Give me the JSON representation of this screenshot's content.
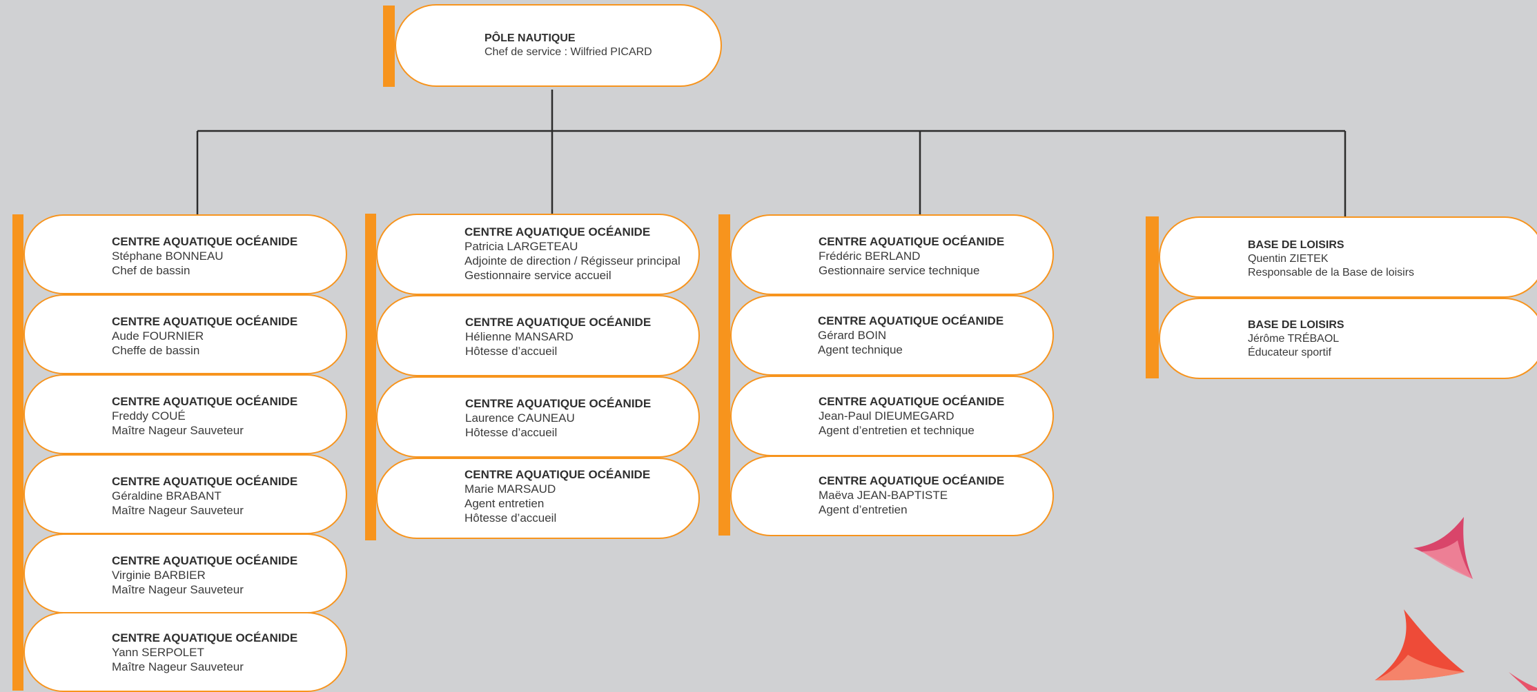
{
  "root": {
    "title": "PÔLE NAUTIQUE",
    "line": "Chef de service : Wilfried PICARD"
  },
  "columns": [
    {
      "cards": [
        {
          "title": "CENTRE AQUATIQUE OCÉANIDE",
          "name": "Stéphane BONNEAU",
          "roles": [
            "Chef de bassin"
          ]
        },
        {
          "title": "CENTRE AQUATIQUE OCÉANIDE",
          "name": "Aude FOURNIER",
          "roles": [
            "Cheffe de bassin"
          ]
        },
        {
          "title": "CENTRE AQUATIQUE OCÉANIDE",
          "name": "Freddy COUÉ",
          "roles": [
            "Maître Nageur Sauveteur"
          ]
        },
        {
          "title": "CENTRE AQUATIQUE OCÉANIDE",
          "name": "Géraldine BRABANT",
          "roles": [
            "Maître Nageur Sauveteur"
          ]
        },
        {
          "title": "CENTRE AQUATIQUE OCÉANIDE",
          "name": "Virginie BARBIER",
          "roles": [
            "Maître Nageur Sauveteur"
          ]
        },
        {
          "title": "CENTRE AQUATIQUE OCÉANIDE",
          "name": "Yann SERPOLET",
          "roles": [
            "Maître Nageur Sauveteur"
          ]
        }
      ]
    },
    {
      "cards": [
        {
          "title": "CENTRE AQUATIQUE OCÉANIDE",
          "name": "Patricia LARGETEAU",
          "roles": [
            "Adjointe de direction / Régisseur principal",
            "Gestionnaire service accueil"
          ]
        },
        {
          "title": "CENTRE AQUATIQUE OCÉANIDE",
          "name": "Hélienne MANSARD",
          "roles": [
            "Hôtesse d’accueil"
          ]
        },
        {
          "title": "CENTRE AQUATIQUE OCÉANIDE",
          "name": "Laurence CAUNEAU",
          "roles": [
            "Hôtesse d’accueil"
          ]
        },
        {
          "title": "CENTRE AQUATIQUE OCÉANIDE",
          "name": "Marie MARSAUD",
          "roles": [
            "Agent entretien",
            "Hôtesse d’accueil"
          ]
        }
      ]
    },
    {
      "cards": [
        {
          "title": "CENTRE AQUATIQUE OCÉANIDE",
          "name": "Frédéric BERLAND",
          "roles": [
            "Gestionnaire service technique"
          ]
        },
        {
          "title": "CENTRE AQUATIQUE OCÉANIDE",
          "name": "Gérard BOIN",
          "roles": [
            "Agent technique"
          ]
        },
        {
          "title": "CENTRE AQUATIQUE OCÉANIDE",
          "name": "Jean-Paul DIEUMEGARD",
          "roles": [
            "Agent d’entretien et technique"
          ]
        },
        {
          "title": "CENTRE AQUATIQUE OCÉANIDE",
          "name": "Maëva JEAN-BAPTISTE",
          "roles": [
            "Agent d’entretien"
          ]
        }
      ]
    },
    {
      "cards": [
        {
          "title": "BASE DE LOISIRS",
          "name": "Quentin ZIETEK",
          "roles": [
            "Responsable de la Base de loisirs"
          ]
        },
        {
          "title": "BASE DE LOISIRS",
          "name": "Jérôme TRÉBAOL",
          "roles": [
            "Éducateur sportif"
          ]
        }
      ]
    }
  ],
  "colors": {
    "accent": "#f7941d",
    "background": "#d0d1d3",
    "connector": "#2b2b2b"
  },
  "decoration": "orange-red-sail-shapes"
}
